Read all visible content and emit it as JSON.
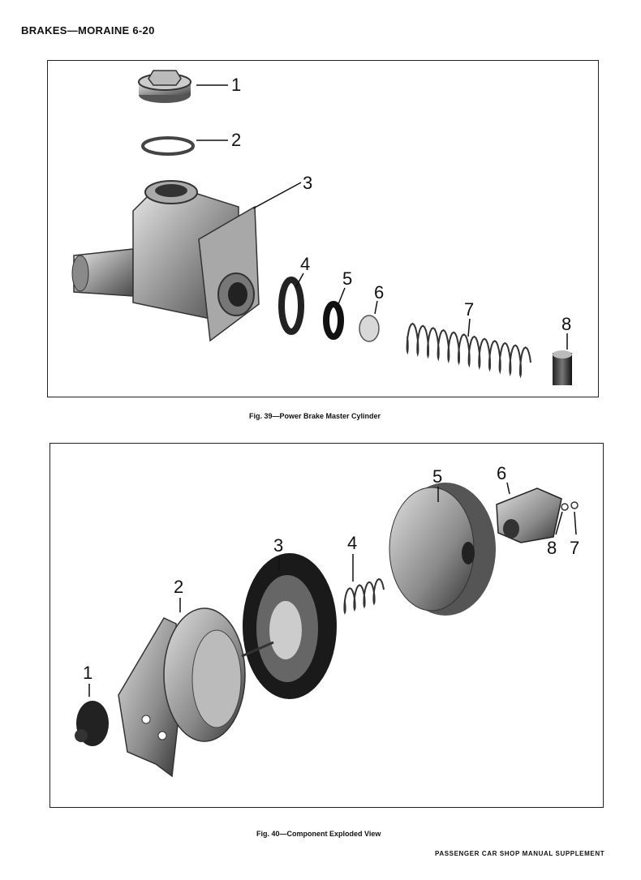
{
  "header": {
    "title": "BRAKES—MORAINE 6-20"
  },
  "fig39": {
    "caption": "Fig. 39—Power Brake Master Cylinder",
    "callouts": [
      "1",
      "2",
      "3",
      "4",
      "5",
      "6",
      "7",
      "8"
    ]
  },
  "fig40": {
    "caption": "Fig. 40—Component Exploded View",
    "callouts": [
      "1",
      "2",
      "3",
      "4",
      "5",
      "6",
      "8",
      "7"
    ]
  },
  "footer": {
    "text": "PASSENGER CAR SHOP MANUAL SUPPLEMENT"
  }
}
